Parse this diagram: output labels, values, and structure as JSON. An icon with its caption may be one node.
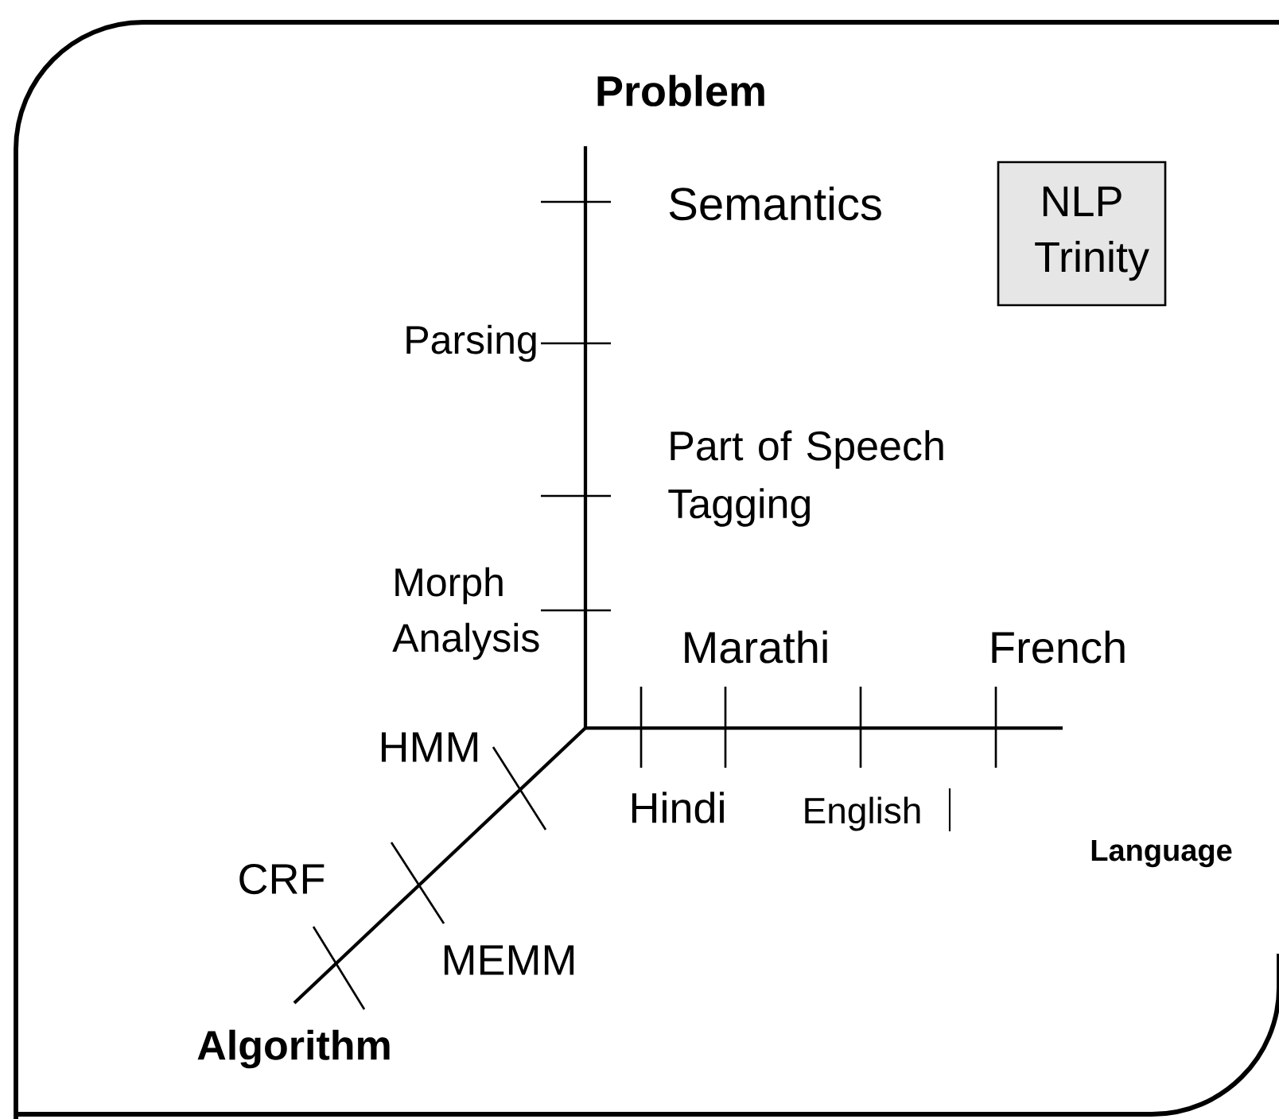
{
  "diagram": {
    "nodes": [
      {
        "text": [
          "NLP Trinity"
        ]
      }
    ],
    "labels": [
      "Problem",
      "Semantics",
      "Parsing",
      "Part of Speech Tagging",
      "Morph Analysis",
      "Marathi",
      "French",
      "HMM",
      "Hindi",
      "English",
      "Language",
      "CRF",
      "MEMM",
      "Algorithm"
    ]
  }
}
